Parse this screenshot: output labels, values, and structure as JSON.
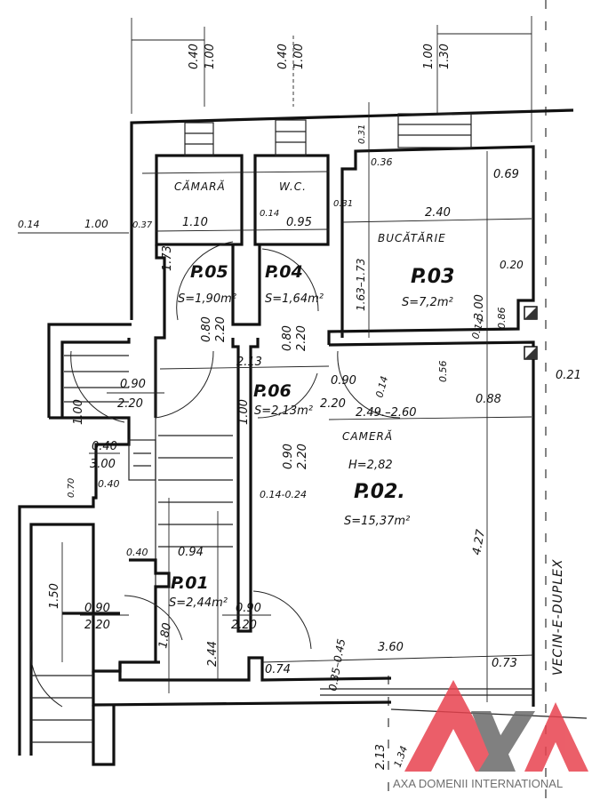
{
  "rooms": {
    "p01": {
      "code": "P.01",
      "area": "S=2,44m²"
    },
    "p02": {
      "code": "P.02.",
      "name": "CAMERĂ",
      "height": "H=2,82",
      "area": "S=15,37m²"
    },
    "p03": {
      "code": "P.03",
      "name": "BUCĂTĂRIE",
      "area": "S=7,2m²"
    },
    "p04": {
      "code": "P.04",
      "name": "W.C.",
      "area": "S=1,64m²"
    },
    "p05": {
      "code": "P.05",
      "name": "CĂMARĂ",
      "area": "S=1,90m²"
    },
    "p06": {
      "code": "P.06",
      "area": "S=2,13m²"
    }
  },
  "neighbor_label": "VECIN-E-DUPLEX",
  "dims": {
    "win1_w": "0.40",
    "win1_h": "1.00",
    "win2_w": "0.40",
    "win2_h": "1.00",
    "win3_w": "1.00",
    "win3_h": "1.30",
    "d031a": "0.31",
    "d036": "0.36",
    "d031b": "0.31",
    "d069": "0.69",
    "d240": "2.40",
    "d300": "3.00",
    "d163": "1.63–1.73",
    "d014a": "0.14",
    "d100a": "1.00",
    "d037": "0.37",
    "d110": "1.10",
    "d014b": "0.14",
    "d095": "0.95",
    "d173": "1.73",
    "door05_w": "0.80",
    "door05_h": "2.20",
    "door04_w": "0.80",
    "door04_h": "2.20",
    "d213": "2.13",
    "door03_w": "0.90",
    "door03_h": "2.20",
    "d014c": "0.14",
    "doorL_w": "0.90",
    "doorL_h": "2.20",
    "d100b": "1.00",
    "d100c": "1.00",
    "door02_w": "0.90",
    "door02_h": "2.20",
    "d014_024": "0.14-0.24",
    "d020": "0.20",
    "d014d": "0.14",
    "d086": "0.86",
    "d056": "0.56",
    "d088": "0.88",
    "d021": "0.21",
    "d249": "2.49.–2.60",
    "d427": "4.27",
    "win4_w": "0.40",
    "win4_h": "3.00",
    "d070": "0.70",
    "d040a": "0.40",
    "d040b": "0.40",
    "d094": "0.94",
    "door01a_w": "0.90",
    "door01a_h": "2.20",
    "door01b_w": "0.90",
    "door01b_h": "2.20",
    "d150": "1.50",
    "d180": "1.80",
    "d244": "2.44",
    "d035": "0.35–0.45",
    "d360": "3.60",
    "d073": "0.73",
    "d074": "0.74",
    "d213b": "2.13",
    "d134": "1.34"
  },
  "watermark": {
    "text": "AXA DOMENII INTERNATIONAL",
    "colors": {
      "red": "#e8434f",
      "gray": "#6b6b6b"
    }
  }
}
